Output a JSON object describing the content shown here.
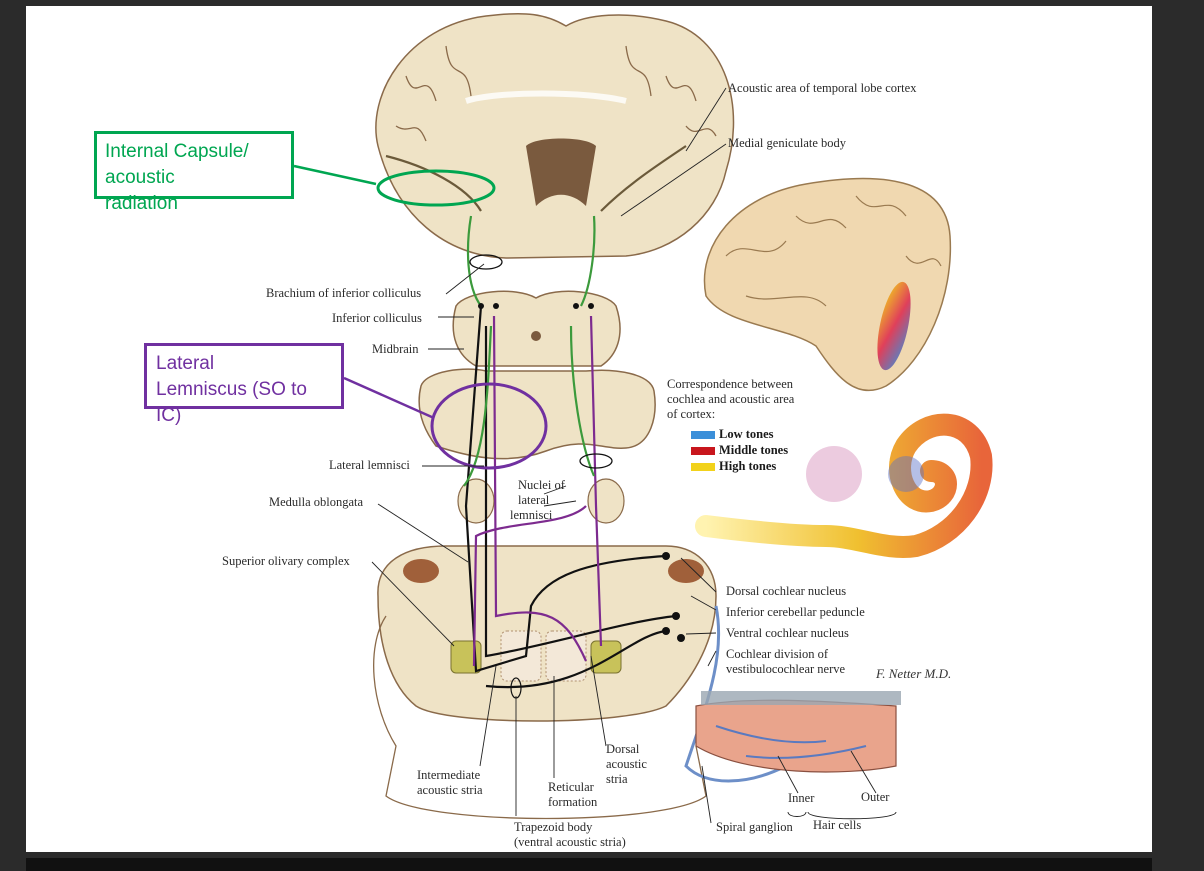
{
  "annotations": {
    "internal_capsule": [
      "Internal Capsule/",
      "acoustic",
      "radiation"
    ],
    "lateral_lemniscus": [
      "Lateral",
      "Lemniscus (SO to",
      "IC)"
    ]
  },
  "labels": {
    "acoustic_area": "Acoustic area of temporal lobe cortex",
    "medial_geniculate": "Medial geniculate body",
    "brachium": "Brachium of inferior colliculus",
    "inferior_colliculus": "Inferior colliculus",
    "midbrain": "Midbrain",
    "lateral_lemnisci": "Lateral lemnisci",
    "nuclei_lateral_lemnisci": [
      "Nuclei of",
      "lateral",
      "lemnisci"
    ],
    "medulla": "Medulla oblongata",
    "superior_olivary": "Superior olivary complex",
    "dorsal_cochlear_nucleus": "Dorsal cochlear nucleus",
    "inferior_cerebellar_peduncle": "Inferior cerebellar peduncle",
    "ventral_cochlear_nucleus": "Ventral cochlear nucleus",
    "cochlear_division": [
      "Cochlear division of",
      "vestibulocochlear nerve"
    ],
    "intermediate_stria": [
      "Intermediate",
      "acoustic stria"
    ],
    "reticular_formation": [
      "Reticular",
      "formation"
    ],
    "dorsal_acoustic_stria": [
      "Dorsal",
      "acoustic",
      "stria"
    ],
    "trapezoid_body": [
      "Trapezoid body",
      "(ventral acoustic stria)"
    ],
    "spiral_ganglion": "Spiral ganglion",
    "hair_cells": "Hair cells",
    "inner": "Inner",
    "outer": "Outer"
  },
  "correspondence": {
    "caption": [
      "Correspondence between",
      "cochlea and acoustic area",
      "of cortex:"
    ],
    "legend": [
      {
        "label": "Low tones",
        "color": "#3b8fd9"
      },
      {
        "label": "Middle tones",
        "color": "#c8161d"
      },
      {
        "label": "High tones",
        "color": "#f2d21b"
      }
    ]
  },
  "signature": "F. Netter M.D.",
  "colors": {
    "green_annotation": "#00a651",
    "purple_annotation": "#7030a0",
    "tissue": "#efe3c6",
    "tissue_dark": "#8a6a4a"
  }
}
